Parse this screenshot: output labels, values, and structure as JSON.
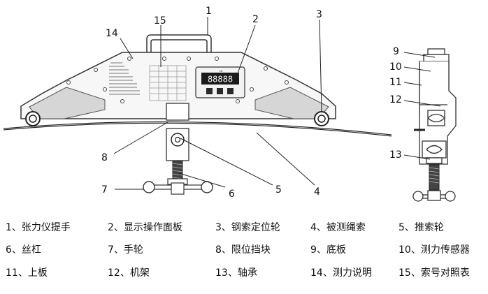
{
  "callout_numbers": [
    "1",
    "2",
    "3",
    "4",
    "5",
    "6",
    "7",
    "8",
    "9",
    "10",
    "11",
    "12",
    "13",
    "14",
    "15"
  ],
  "display": {
    "readout": "88888",
    "unit": "kN"
  },
  "legend": [
    {
      "label": "1、张力仪提手"
    },
    {
      "label": "2、显示操作面板"
    },
    {
      "label": "3、钢索定位轮"
    },
    {
      "label": "4、被测绳索"
    },
    {
      "label": "5、推索轮"
    },
    {
      "label": "6、丝杠"
    },
    {
      "label": "7、手轮"
    },
    {
      "label": "8、限位挡块"
    },
    {
      "label": "9、底板"
    },
    {
      "label": "10、测力传感器"
    },
    {
      "label": "11、上板"
    },
    {
      "label": "12、机架"
    },
    {
      "label": "13、轴承"
    },
    {
      "label": "14、测力说明"
    },
    {
      "label": "15、索号对照表"
    }
  ]
}
